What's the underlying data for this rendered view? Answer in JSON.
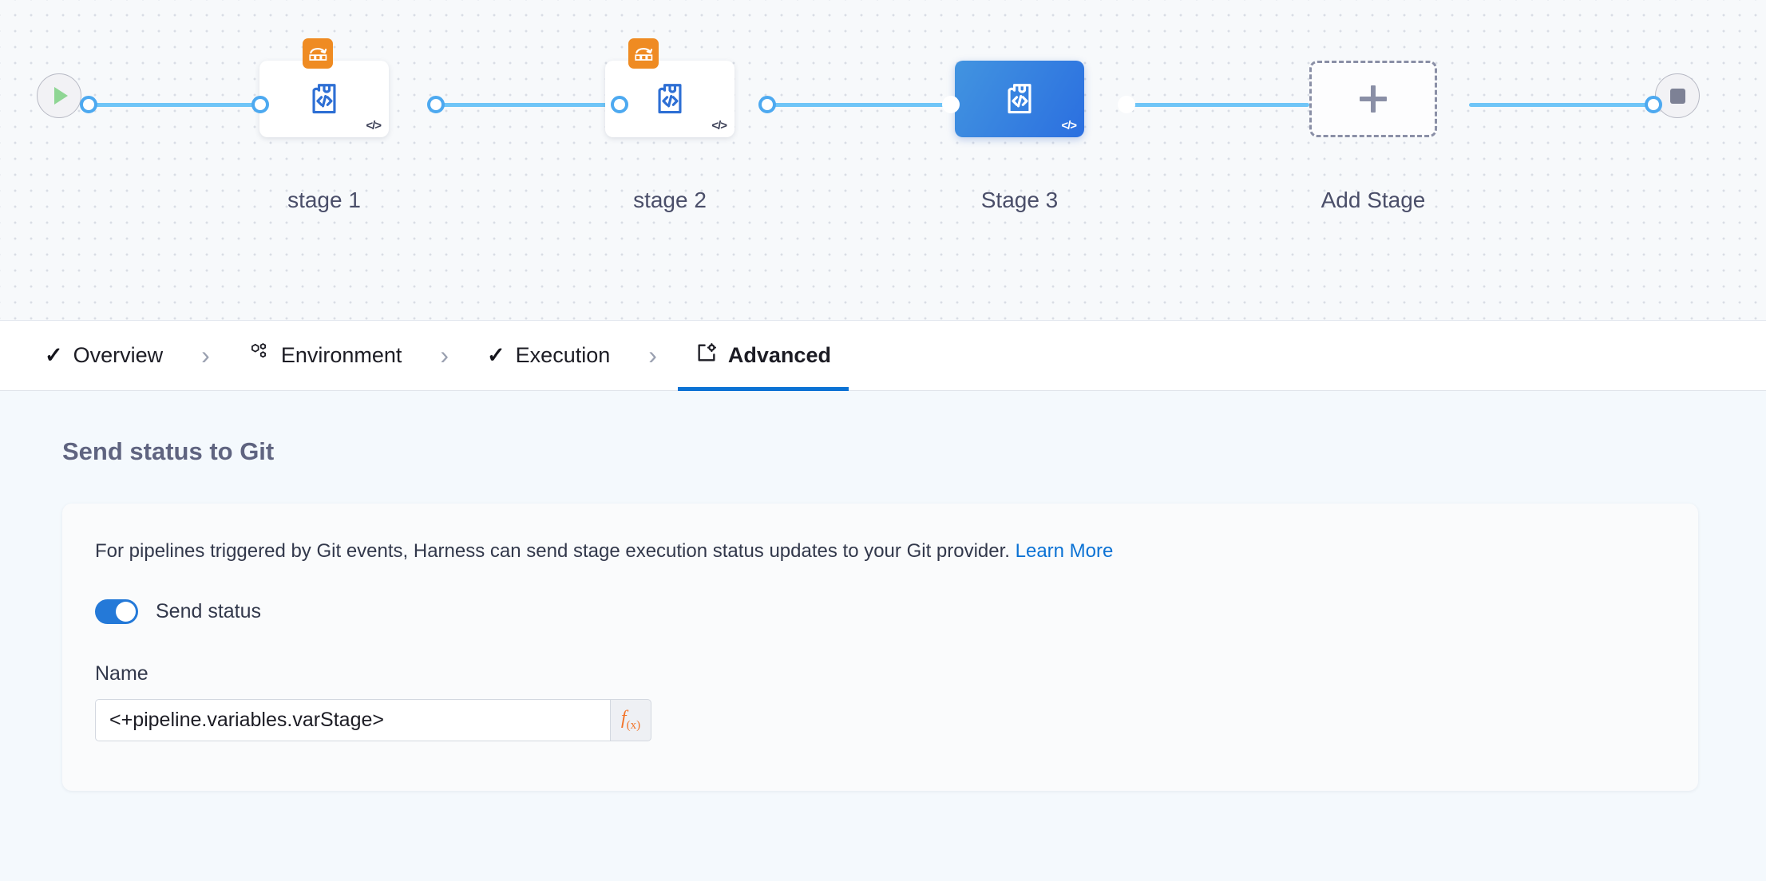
{
  "canvas": {
    "start_node": {
      "icon": "play-icon",
      "name": "Start"
    },
    "end_node": {
      "icon": "stop-icon",
      "name": "End"
    },
    "stages": [
      {
        "label": "stage 1",
        "selected": false,
        "badge": "rollback-icon",
        "type_icon": "custom-stage-icon",
        "code_mark": "</>"
      },
      {
        "label": "stage 2",
        "selected": false,
        "badge": "rollback-icon",
        "type_icon": "custom-stage-icon",
        "code_mark": "</>"
      },
      {
        "label": "Stage 3",
        "selected": true,
        "badge": null,
        "type_icon": "custom-stage-icon",
        "code_mark": "</>"
      }
    ],
    "add_stage": {
      "label": "Add Stage",
      "icon": "plus-icon"
    },
    "colors": {
      "rail": "#6fc5f7",
      "port_border": "#4da9f0",
      "selected_stage": "#3281e0",
      "badge_orange": "#ef8b22",
      "play_green": "#8fd694"
    }
  },
  "tabs": [
    {
      "label": "Overview",
      "icon": "check-icon",
      "active": false
    },
    {
      "label": "Environment",
      "icon": "hexagons-icon",
      "active": false
    },
    {
      "label": "Execution",
      "icon": "check-icon",
      "active": false
    },
    {
      "label": "Advanced",
      "icon": "window-gear-icon",
      "active": true
    }
  ],
  "tab_separator": "›",
  "content": {
    "section_title": "Send status to Git",
    "description": "For pipelines triggered by Git events, Harness can send stage execution status updates to your Git provider.",
    "learn_more": "Learn More",
    "send_status": {
      "label": "Send status",
      "enabled": true
    },
    "name_field": {
      "label": "Name",
      "value": "<+pipeline.variables.varStage>",
      "placeholder": "Name",
      "expression_button": "f(x)"
    }
  }
}
